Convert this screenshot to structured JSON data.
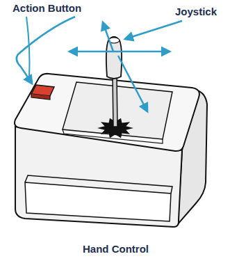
{
  "diagram": {
    "caption": "Hand Control",
    "labels": [
      "Action Button",
      "Joystick"
    ]
  }
}
